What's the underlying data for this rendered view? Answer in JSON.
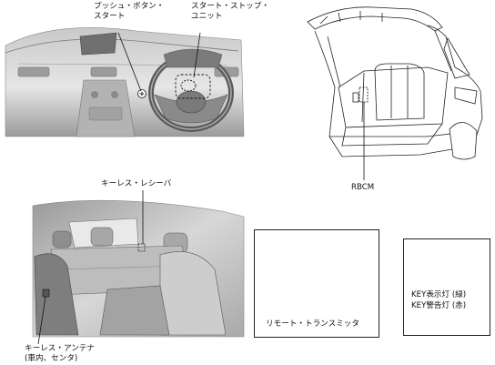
{
  "labels": {
    "push_button_start": "プッシュ・ボタン・\nスタート",
    "start_stop_unit": "スタート・ストップ・\nユニット",
    "rbcm": "RBCM",
    "keyless_receiver": "キーレス・レシーバ",
    "keyless_antenna": "キーレス・アンテナ\n(車内、センタ)",
    "remote_transmitter": "リモート・トランスミッタ",
    "key_indicator_green": "KEY表示灯 (緑)",
    "key_warning_red": "KEY警告灯 (赤)"
  },
  "icons": {
    "key_indicator": "key-indicator-icon",
    "start_button": "start-button-icon"
  },
  "colors": {
    "line": "#222222",
    "shade_light": "#d9d9d9",
    "shade_mid": "#bdbdbd",
    "shade_dark": "#8a8a8a"
  }
}
